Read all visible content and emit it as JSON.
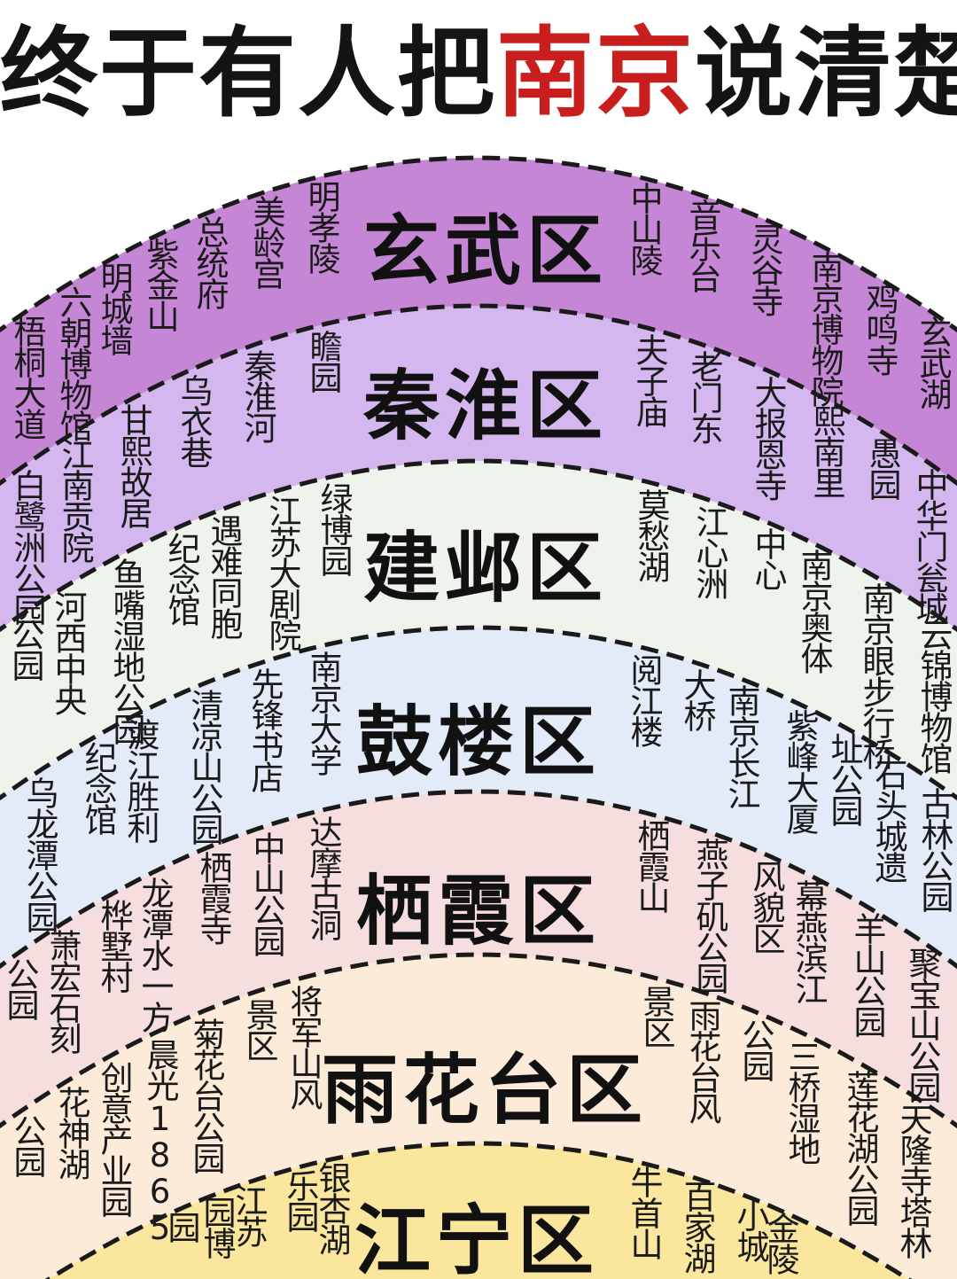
{
  "title": {
    "before": "终于有人把",
    "accent": "南京",
    "after": "说清楚了",
    "accent_color": "#c81e1e"
  },
  "districts": [
    {
      "name": "玄武区",
      "color": "#c686d6",
      "places": [
        "梧桐大道",
        "六朝博物馆",
        "明城墙",
        "紫金山",
        "总统府",
        "美龄宫",
        "明孝陵",
        "中山陵",
        "音乐台",
        "灵谷寺",
        "南京博物院",
        "鸡鸣寺",
        "玄武湖"
      ]
    },
    {
      "name": "秦淮区",
      "color": "#d4b7ee",
      "places": [
        "白鹭洲公园",
        "江南贡院",
        "甘熙故居",
        "乌衣巷",
        "秦淮河",
        "瞻园",
        "夫子庙",
        "老门东",
        "大报恩寺",
        "熙南里",
        "愚园",
        "中华门瓮城"
      ]
    },
    {
      "name": "建邺区",
      "color": "#eef4ec",
      "places": [
        "公园",
        "河西中央",
        "鱼嘴湿地公园",
        "纪念馆",
        "遇难同胞",
        "江苏大剧院",
        "绿博园",
        "莫愁湖",
        "江心洲",
        "中心",
        "南京奥体",
        "南京眼步行桥",
        "云锦博物馆"
      ]
    },
    {
      "name": "鼓楼区",
      "color": "#e3eaf8",
      "places": [
        "乌龙潭公园",
        "纪念馆",
        "渡江胜利",
        "清凉山公园",
        "先锋书店",
        "南京大学",
        "阅江楼",
        "大桥",
        "南京长江",
        "紫峰大厦",
        "址公园",
        "石头城遗",
        "古林公园"
      ]
    },
    {
      "name": "栖霞区",
      "color": "#f6dede",
      "places": [
        "公园",
        "萧宏石刻",
        "桦墅村",
        "龙潭水一方",
        "栖霞寺",
        "中山公园",
        "达摩古洞",
        "栖霞山",
        "燕子矶公园",
        "风貌区",
        "幕燕滨江",
        "羊山公园",
        "聚宝山公园"
      ]
    },
    {
      "name": "雨花台区",
      "color": "#fcebd8",
      "places": [
        "公园",
        "花神湖",
        "创意产业园",
        "晨光1865",
        "菊花台公园",
        "景区",
        "将军山风",
        "景区",
        "雨花台风",
        "公园",
        "三桥湿地",
        "莲花湖公园",
        "天隆寺塔林"
      ]
    },
    {
      "name": "江宁区",
      "color": "#fbe69e",
      "places": [
        "园",
        "园博",
        "江苏",
        "乐园",
        "银杏湖",
        "牛首山",
        "百家湖",
        "小城",
        "金陵"
      ]
    }
  ]
}
